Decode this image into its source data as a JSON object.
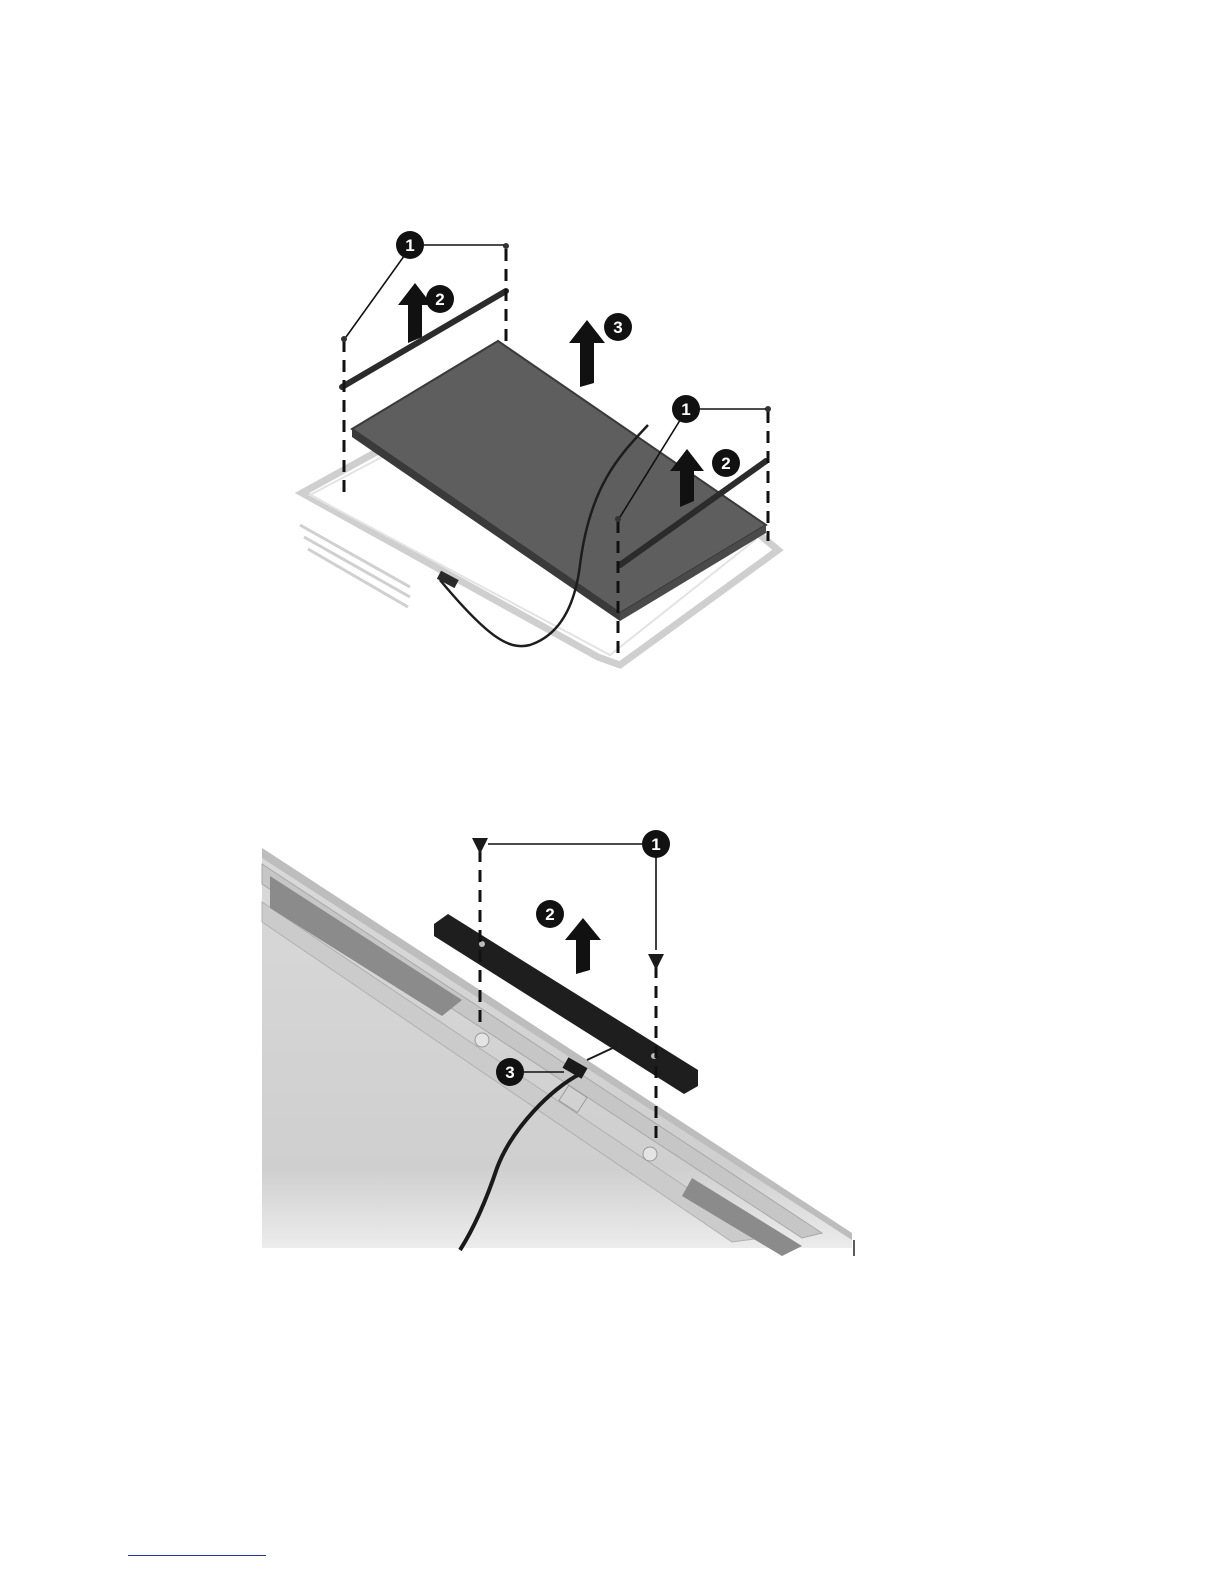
{
  "figures": [
    {
      "callouts": [
        "1",
        "2",
        "3",
        "1",
        "2"
      ]
    },
    {
      "callouts": [
        "1",
        "2",
        "3"
      ]
    }
  ],
  "colors": {
    "callout_fill": "#111111",
    "panel_dark": "#5a5a5a",
    "frame_light": "#d2d2d2",
    "footer_link": "#1f3a93"
  }
}
